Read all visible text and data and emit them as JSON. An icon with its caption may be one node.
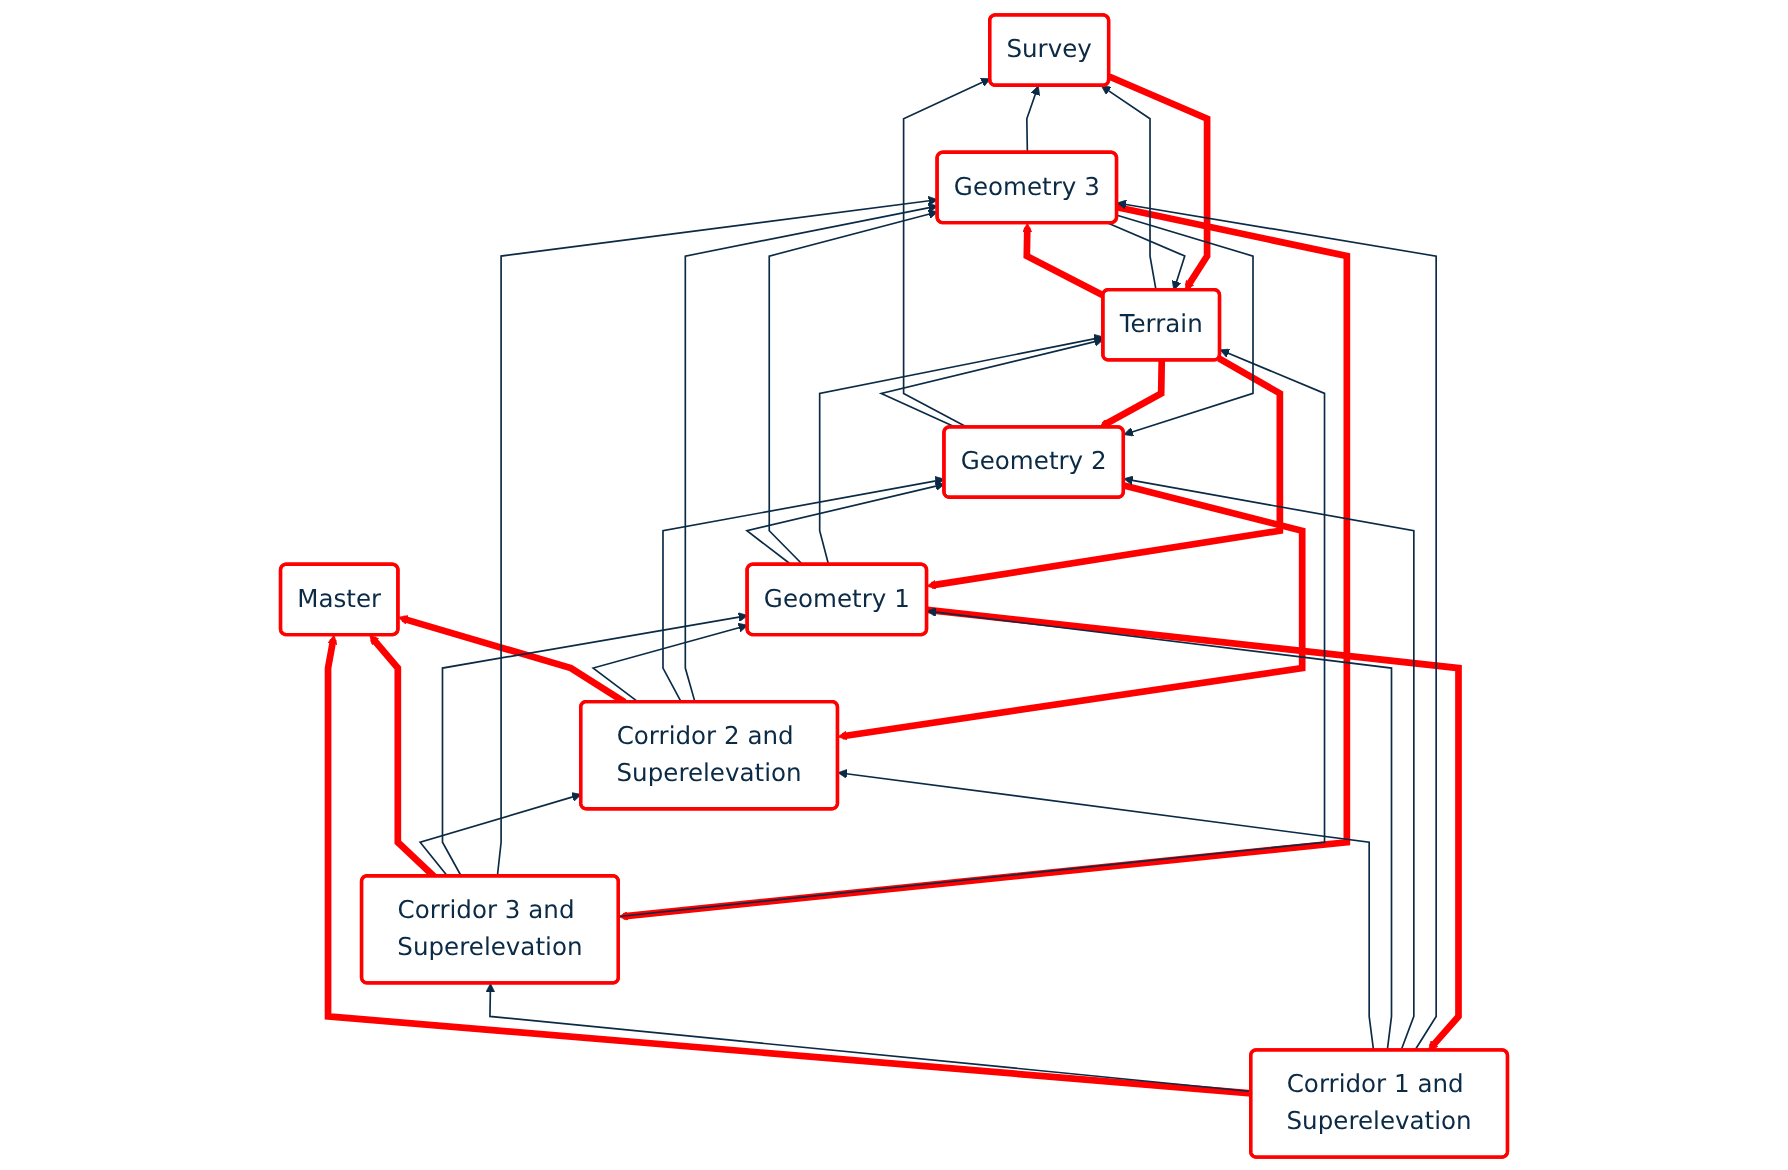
{
  "diagram": {
    "nodes": [
      {
        "text": [
          "Master"
        ]
      },
      {
        "text": [
          "Corridor 1 and Superelevation"
        ]
      },
      {
        "text": [
          "Corridor 2 and Superelevation"
        ]
      },
      {
        "text": [
          "Corridor 3 and Superelevation"
        ]
      },
      {
        "text": [
          "Geometry 1"
        ]
      },
      {
        "text": [
          "Geometry 2"
        ]
      },
      {
        "text": [
          "Geometry 3"
        ]
      },
      {
        "text": [
          "Terrain"
        ]
      },
      {
        "text": [
          "Survey"
        ]
      }
    ],
    "edges": [
      {
        "from": 1,
        "to": 0,
        "arrow": "to",
        "style": "thick",
        "color": "#ff0000"
      },
      {
        "from": 2,
        "to": 0,
        "arrow": "to",
        "style": "thick",
        "color": "#ff0000"
      },
      {
        "from": 3,
        "to": 0,
        "arrow": "to",
        "style": "thick",
        "color": "#ff0000"
      },
      {
        "from": 4,
        "to": 1,
        "arrow": "to",
        "style": "thick",
        "color": "#ff0000"
      },
      {
        "from": 5,
        "to": 2,
        "arrow": "to",
        "style": "thick",
        "color": "#ff0000"
      },
      {
        "from": 6,
        "to": 3,
        "arrow": "to",
        "style": "thick",
        "color": "#ff0000"
      },
      {
        "from": 7,
        "to": 4,
        "arrow": "to",
        "style": "thick",
        "color": "#ff0000"
      },
      {
        "from": 7,
        "to": 5,
        "arrow": "to",
        "style": "thick",
        "color": "#ff0000"
      },
      {
        "from": 7,
        "to": 6,
        "arrow": "to",
        "style": "thick",
        "color": "#ff0000"
      },
      {
        "from": 8,
        "to": 7,
        "arrow": "to",
        "style": "thick",
        "color": "#ff0000"
      },
      {
        "from": 1,
        "to": 3,
        "arrow": "to"
      },
      {
        "from": 1,
        "to": 2,
        "arrow": "to"
      },
      {
        "from": 1,
        "to": 4,
        "arrow": "to"
      },
      {
        "from": 1,
        "to": 5,
        "arrow": "to"
      },
      {
        "from": 1,
        "to": 6,
        "arrow": "to"
      },
      {
        "from": 2,
        "to": 4,
        "arrow": "to"
      },
      {
        "from": 2,
        "to": 5,
        "arrow": "to"
      },
      {
        "from": 2,
        "to": 6,
        "arrow": "to"
      },
      {
        "from": 3,
        "to": 2,
        "arrow": "to"
      },
      {
        "from": 3,
        "to": 4,
        "arrow": "to"
      },
      {
        "from": 3,
        "to": 6,
        "arrow": "to"
      },
      {
        "from": 3,
        "to": 7,
        "arrow": "to"
      },
      {
        "from": 4,
        "to": 5,
        "arrow": "to"
      },
      {
        "from": 4,
        "to": 6,
        "arrow": "to"
      },
      {
        "from": 6,
        "to": 5,
        "arrow": "to"
      },
      {
        "from": 4,
        "to": 7,
        "arrow": "to"
      },
      {
        "from": 5,
        "to": 7,
        "arrow": "to"
      },
      {
        "from": 5,
        "to": 8,
        "arrow": "to"
      },
      {
        "from": 6,
        "to": 7,
        "arrow": "to"
      },
      {
        "from": 6,
        "to": 8,
        "arrow": "to"
      },
      {
        "from": 7,
        "to": 8,
        "arrow": "to"
      }
    ]
  }
}
